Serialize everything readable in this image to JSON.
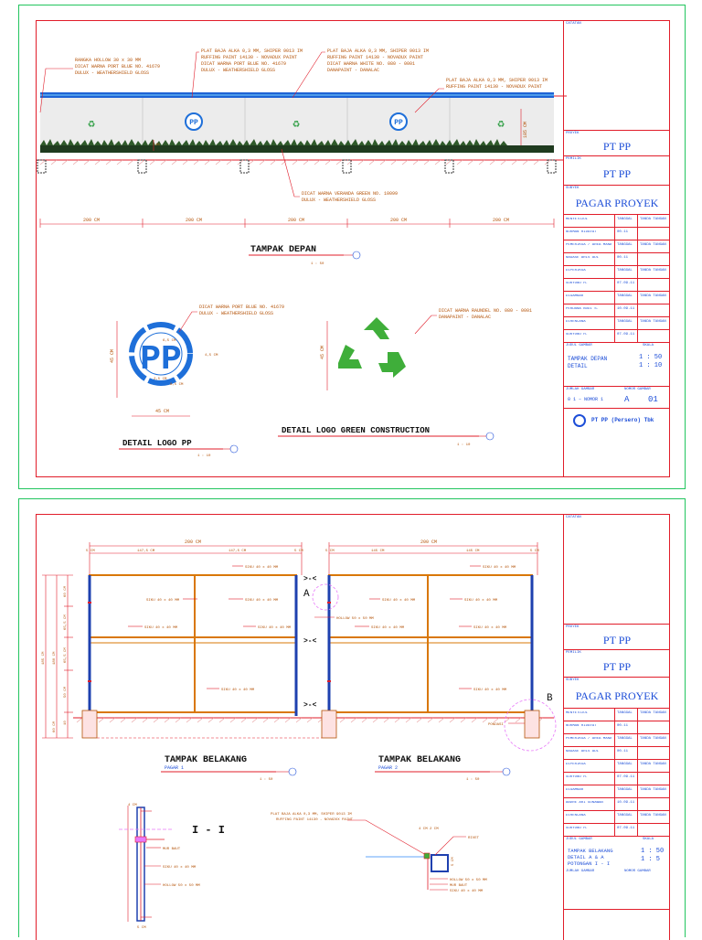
{
  "sheet1": {
    "annotations": {
      "rangka": [
        "RANGKA HOLLOW 30 x 30 MM",
        "DICAT WARNA PORT BLUE NO. 41679",
        "DULUX - WEATHERSHIELD GLOSS"
      ],
      "plat1": [
        "PLAT BAJA ALKA 0,3 MM, SHIPER 9013 IM",
        "RUFFING PAINT 14130 - NOVADUX PAINT",
        "DICAT WARNA PORT BLUE NO. 41679",
        "DULUX - WEATHERSHIELD GLOSS"
      ],
      "plat2": [
        "PLAT BAJA ALKA 0,3 MM, SHIPER 9013 IM",
        "RUFFING PAINT 14130 - NOVADUX PAINT",
        "DICAT WARNA WHITE NO. 080 - 0001",
        "DANAPAINT - DANALAC"
      ],
      "plat3": [
        "PLAT BAJA ALKA 0,3 MM, SHIPER 9013 IM",
        "RUFFING PAINT 14130 - NOVADUX PAINT"
      ],
      "veranda": [
        "DICAT WARNA VERANDA GREEN NO. 10099",
        "DULUX - WEATHERSHIELD GLOSS"
      ],
      "logo_pp": [
        "DICAT WARNA PORT BLUE NO. 41679",
        "DULUX - WEATHERSHIELD GLOSS"
      ],
      "logo_green": [
        "DICAT WARNA RAUNDEL NO. 080 - 0001",
        "DANAPAINT - DANALAC"
      ]
    },
    "height_dim": "185 CM",
    "small_dim": "15",
    "panel_dims": [
      "200 CM",
      "200 CM",
      "200 CM",
      "200 CM",
      "200 CM"
    ],
    "pp_logo_text": "PP",
    "titles": {
      "tampak_depan": "TAMPAK DEPAN",
      "tampak_depan_scale": "1 : 50",
      "detail_logo_pp": "DETAIL LOGO PP",
      "detail_logo_pp_scale": "1 : 10",
      "detail_logo_green": "DETAIL LOGO GREEN CONSTRUCTION",
      "detail_logo_green_scale": "1 : 10"
    },
    "logo_dims": {
      "width": "45 CM",
      "height": "45 CM",
      "right": "4,5 CM",
      "inner1": "6,5 CM",
      "inner2": "2,5 CM",
      "inner3": "8,5 CM",
      "green_h": "45 CM"
    },
    "title_block": {
      "catatan": "CATATAN",
      "proyek_lbl": "PROYEK",
      "proyek": "PT PP",
      "pemilik_lbl": "PEMILIK",
      "pemilik": "PT PP",
      "subyek_lbl": "SUBYEK",
      "subyek": "PAGAR PROYEK",
      "rows": [
        {
          "c1": "MENYETUJUI",
          "c2": "TANGGAL",
          "c3": "TANDA TANGAN",
          "head": true
        },
        {
          "c1": "NURMAN HIDAYAT",
          "c2": "00.11",
          "c3": "",
          "head": false
        },
        {
          "c1": "PEMERIKSA / AREA MANAGER",
          "c2": "TANGGAL",
          "c3": "TANDA TANGAN",
          "head": true
        },
        {
          "c1": "NAGASE ARIS ADI",
          "c2": "00.11",
          "c3": "",
          "head": false
        },
        {
          "c1": "DIPERIKSA",
          "c2": "TANGGAL",
          "c3": "TANDA TANGAN",
          "head": true
        },
        {
          "c1": "SURYONO H.",
          "c2": "07.09.11",
          "c3": "",
          "head": false
        },
        {
          "c1": "DIGAMBAR",
          "c2": "TANGGAL",
          "c3": "TANDA TANGAN",
          "head": true
        },
        {
          "c1": "PERDANA BUDI S.",
          "c2": "10.09.11",
          "c3": "",
          "head": false
        },
        {
          "c1": "DIRENCANA",
          "c2": "TANGGAL",
          "c3": "TANDA TANGAN",
          "head": true
        },
        {
          "c1": "SURYONO H.",
          "c2": "07.09.11",
          "c3": "",
          "head": false
        }
      ],
      "judul_lbl": "JUDUL GAMBAR",
      "skala_lbl": "SKALA",
      "judul": [
        "TAMPAK DEPAN",
        "DETAIL"
      ],
      "skala": [
        "1 : 50",
        "1 : 10"
      ],
      "jumlah_lbl": "JUMLAH GAMBAR",
      "nomor_lbl": "NOMOR GAMBAR",
      "jumlah": "0 1 – NOMOR 1",
      "kertas": "A",
      "nomor": "01",
      "company": "PT PP (Persero) Tbk"
    }
  },
  "sheet2": {
    "dims": {
      "total1": "200 CM",
      "total2": "200 CM",
      "segs1": [
        "5 CM",
        "147,5 CM",
        "147,5 CM",
        "5 CM"
      ],
      "segs2": [
        "5 CM",
        "145 CM",
        "145 CM",
        "5 CM"
      ],
      "heights": [
        "185 CM",
        "180 CM",
        "60 CM",
        "65,5 CM",
        "65,5 CM",
        "50 CM",
        "60 CM",
        "10"
      ]
    },
    "labels": {
      "siku_top": "SIKU 40 x 40 MM",
      "siku": "SIKU 40 x 40 MM",
      "hollow": "HOLLOW 50 x 50 MM",
      "pondasi": "PONDASI",
      "callout_a": "A",
      "callout_b": "B"
    },
    "titles": {
      "belakang1": "TAMPAK BELAKANG",
      "pagar1": "PAGAR 1",
      "scale1": "1 : 50",
      "belakang2": "TAMPAK BELAKANG",
      "pagar2": "PAGAR 2",
      "scale2": "1 : 50"
    },
    "section": {
      "title": "I - I",
      "dim_top": "4 CM",
      "dim_bottom": "5 CM",
      "mur_baut": "MUR BAUT",
      "siku": "SIKU 40 x 40 MM",
      "hollow": "HOLLOW 50 x 50 MM"
    },
    "detail_b": {
      "plat": [
        "PLAT BAJA ALKA 0,3 MM, SHIPER 9013 IM",
        "RUFFING PAINT 14130 - NOVADUX PAINT"
      ],
      "dims": "4 CM  2 CM",
      "rivet": "RIVET",
      "side": "5 CM",
      "hollow": "HOLLOW 50 x 50 MM",
      "mur_baut": "MUR BAUT",
      "siku": "SIKU 40 x 40 MM"
    },
    "title_block": {
      "catatan": "CATATAN",
      "proyek_lbl": "PROYEK",
      "proyek": "PT PP",
      "pemilik_lbl": "PEMILIK",
      "pemilik": "PT PP",
      "subyek_lbl": "SUBYEK",
      "subyek": "PAGAR PROYEK",
      "rows": [
        {
          "c1": "MENYETUJUI",
          "c2": "TANGGAL",
          "c3": "TANDA TANGAN",
          "head": true
        },
        {
          "c1": "NURMAN HIDAYAT",
          "c2": "00.11",
          "c3": "",
          "head": false
        },
        {
          "c1": "PEMERIKSA / AREA MANAGER",
          "c2": "TANGGAL",
          "c3": "TANDA TANGAN",
          "head": true
        },
        {
          "c1": "NAGASE ARIS ADI",
          "c2": "00.11",
          "c3": "",
          "head": false
        },
        {
          "c1": "DIPERIKSA",
          "c2": "TANGGAL",
          "c3": "TANDA TANGAN",
          "head": true
        },
        {
          "c1": "SURYONO H.",
          "c2": "07.09.11",
          "c3": "",
          "head": false
        },
        {
          "c1": "DIGAMBAR",
          "c2": "TANGGAL",
          "c3": "TANDA TANGAN",
          "head": true
        },
        {
          "c1": "ANDRE ARI GUNAWAN",
          "c2": "10.09.11",
          "c3": "",
          "head": false
        },
        {
          "c1": "DIRENCANA",
          "c2": "TANGGAL",
          "c3": "TANDA TANGAN",
          "head": true
        },
        {
          "c1": "SURYONO H.",
          "c2": "07.09.11",
          "c3": "",
          "head": false
        }
      ],
      "judul_lbl": "JUDUL GAMBAR",
      "skala_lbl": "SKALA",
      "judul": [
        "TAMPAK BELAKANG",
        "DETAIL A & A",
        "POTONGAN I - I"
      ],
      "skala": [
        "1 : 50",
        "1 : 5"
      ],
      "jumlah_lbl": "JUMLAH GAMBAR",
      "nomor_lbl": "NOMOR GAMBAR"
    }
  },
  "colors": {
    "frame": "#22c55e",
    "border": "#e11d2a",
    "text": "#1d4ed8",
    "annot": "#b45309",
    "pp_blue": "#1e6fd9",
    "green": "#3fae3a"
  }
}
